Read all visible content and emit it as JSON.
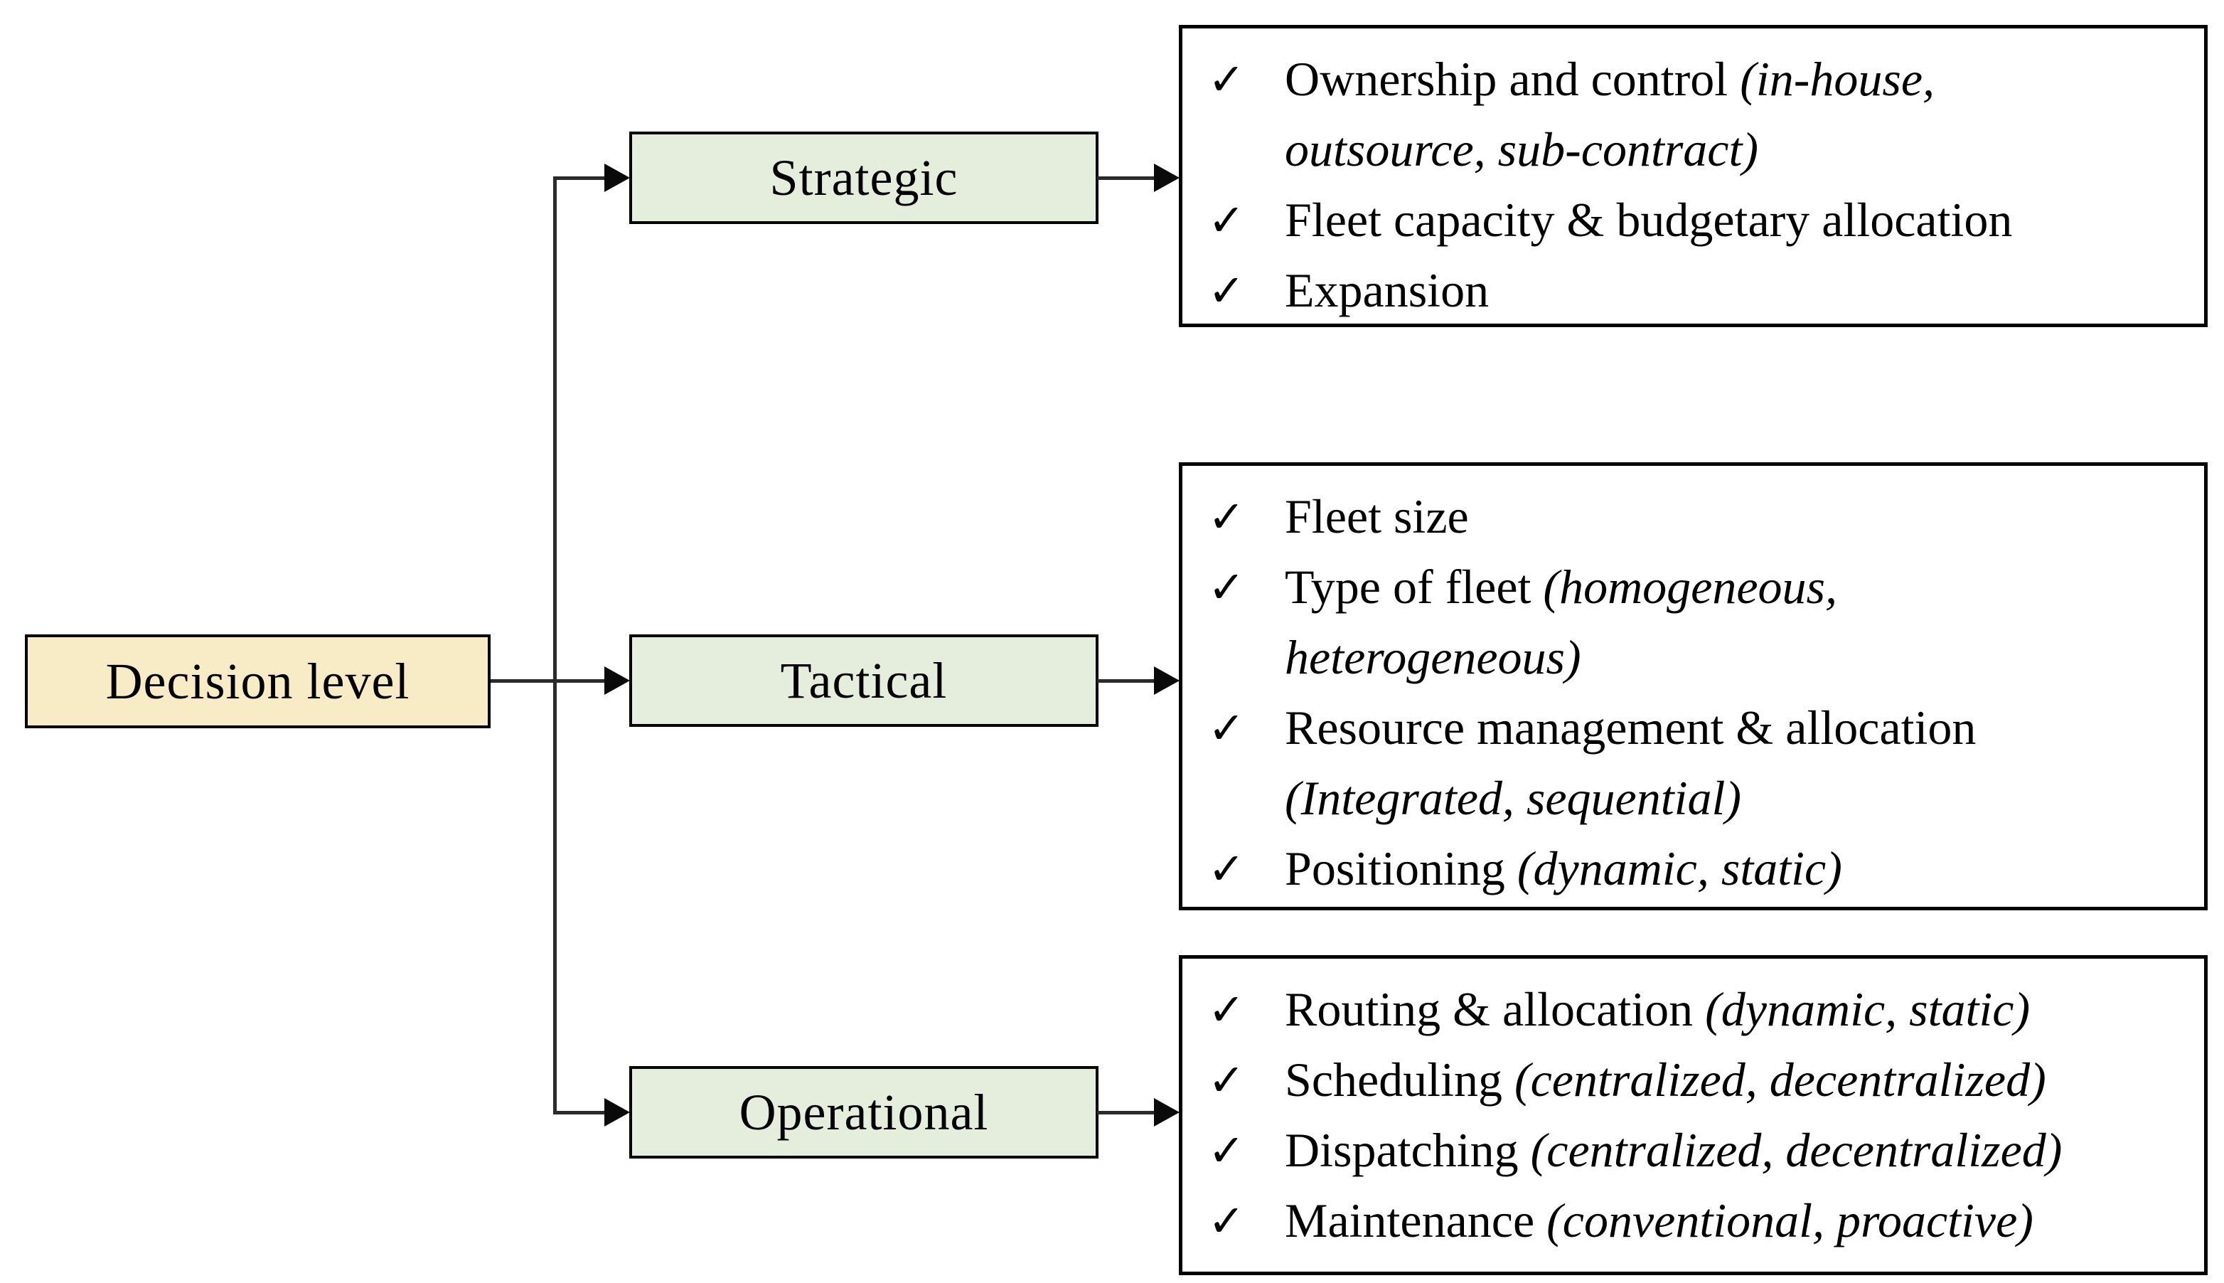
{
  "diagram": {
    "root_label": "Decision level",
    "check_glyph": "✓",
    "colors": {
      "root_fill": "#F8ECC6",
      "level_fill": "#E5EEDC",
      "border": "#000000",
      "line": "#2b2b2b",
      "background": "#ffffff"
    },
    "levels": [
      {
        "label": "Strategic",
        "items": [
          {
            "lines": [
              {
                "reg": "Ownership and control ",
                "ital": "(in-house,"
              },
              {
                "reg": "",
                "ital": "outsource, sub-contract)"
              }
            ]
          },
          {
            "lines": [
              {
                "reg": "Fleet capacity & budgetary allocation",
                "ital": ""
              }
            ]
          },
          {
            "lines": [
              {
                "reg": "Expansion",
                "ital": ""
              }
            ]
          }
        ]
      },
      {
        "label": "Tactical",
        "items": [
          {
            "lines": [
              {
                "reg": "Fleet size",
                "ital": ""
              }
            ]
          },
          {
            "lines": [
              {
                "reg": "Type of fleet ",
                "ital": "(homogeneous,"
              },
              {
                "reg": "",
                "ital": "heterogeneous)"
              }
            ]
          },
          {
            "lines": [
              {
                "reg": "Resource management & allocation",
                "ital": ""
              },
              {
                "reg": "",
                "ital": "(Integrated, sequential)"
              }
            ]
          },
          {
            "lines": [
              {
                "reg": "Positioning ",
                "ital": "(dynamic, static)"
              }
            ]
          }
        ]
      },
      {
        "label": "Operational",
        "items": [
          {
            "lines": [
              {
                "reg": "Routing & allocation ",
                "ital": "(dynamic, static)"
              }
            ]
          },
          {
            "lines": [
              {
                "reg": "Scheduling ",
                "ital": "(centralized, decentralized)"
              }
            ]
          },
          {
            "lines": [
              {
                "reg": "Dispatching ",
                "ital": "(centralized, decentralized)"
              }
            ]
          },
          {
            "lines": [
              {
                "reg": "Maintenance ",
                "ital": "(conventional, proactive)"
              }
            ]
          }
        ]
      }
    ]
  }
}
